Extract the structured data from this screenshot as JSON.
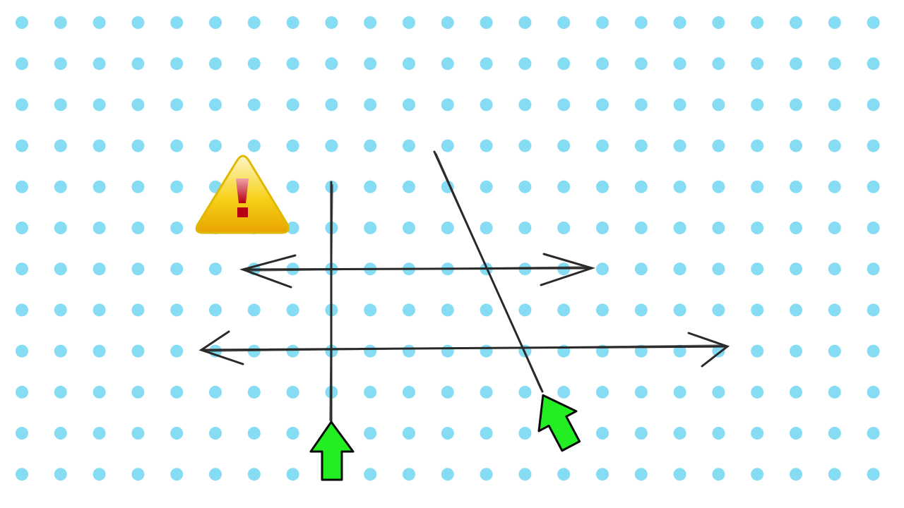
{
  "diagram": {
    "background": {
      "dot_color": "#86dcf3",
      "dot_columns": 23,
      "dot_rows": 12
    },
    "lines": [
      {
        "name": "parallel-line-top",
        "style": "double-headed-arrow",
        "color": "#2a2a2a"
      },
      {
        "name": "parallel-line-bottom",
        "style": "double-headed-arrow",
        "color": "#2a2a2a"
      },
      {
        "name": "vertical-transversal",
        "style": "segment",
        "color": "#2a2a2a"
      },
      {
        "name": "slanted-transversal",
        "style": "segment",
        "color": "#2a2a2a"
      }
    ],
    "pointers": [
      {
        "name": "pointer-arrow-vertical",
        "icon": "green-arrow-icon",
        "color": "#22ee22"
      },
      {
        "name": "pointer-arrow-slanted",
        "icon": "green-arrow-icon",
        "color": "#22ee22"
      }
    ],
    "warning": {
      "icon": "warning-icon",
      "colors": {
        "top": "#fdf6c8",
        "bottom": "#e8a300",
        "border": "#e0b800",
        "mark": "#b40010"
      }
    }
  }
}
